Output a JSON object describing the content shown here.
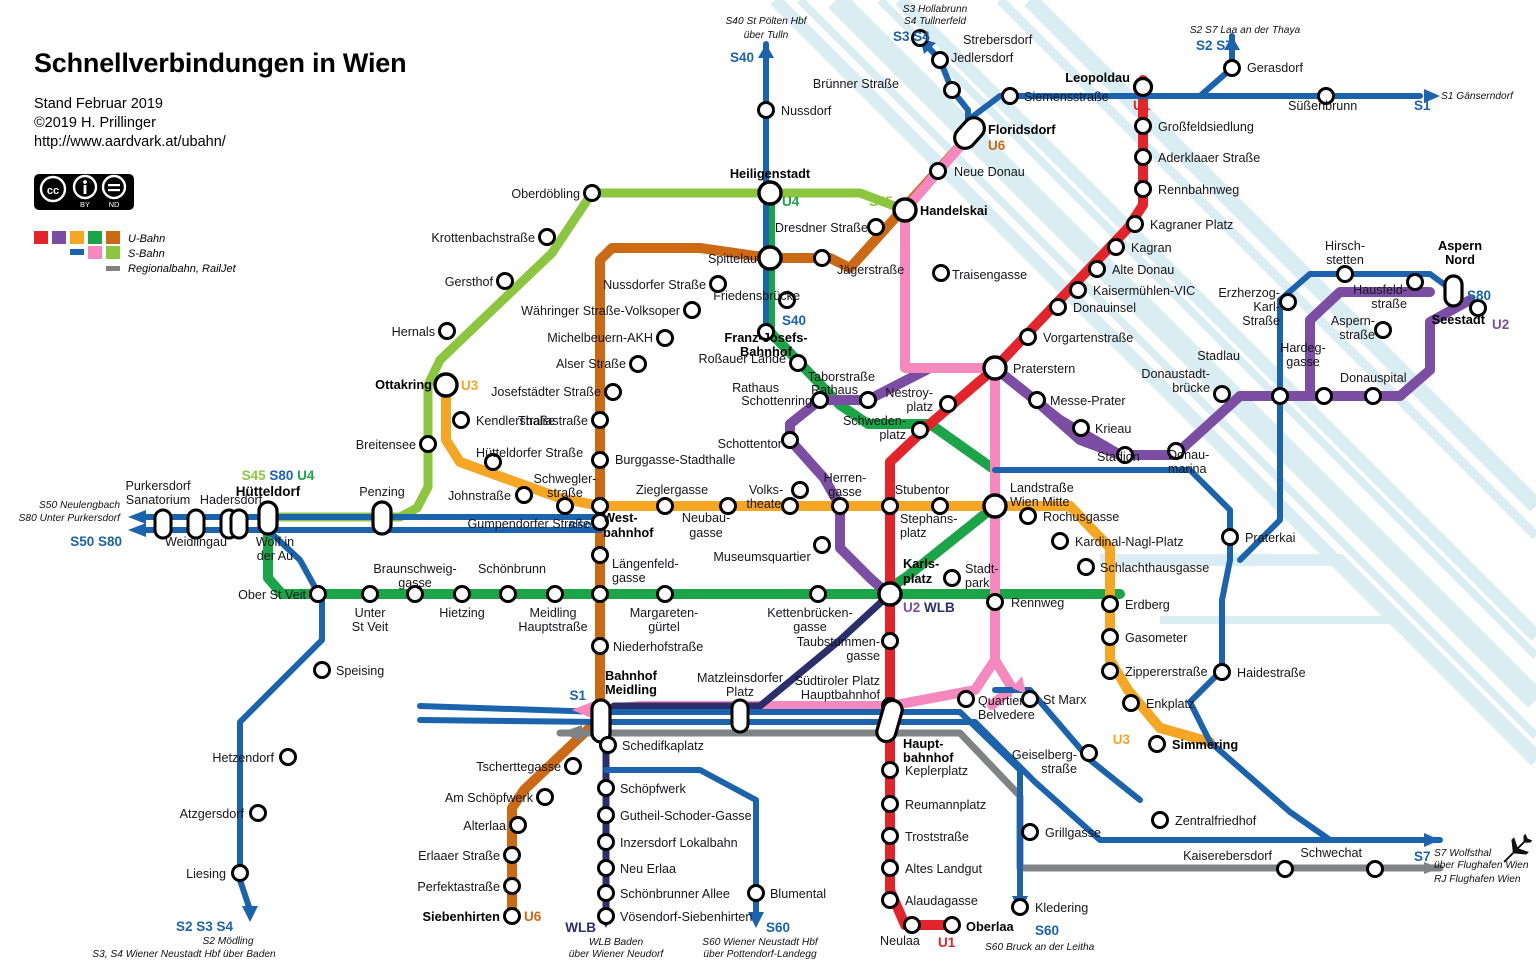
{
  "header": {
    "title": "Schnellverbindungen in Wien",
    "line1": "Stand Februar 2019",
    "line2": "©2019 H. Prillinger",
    "line3": "http://www.aardvark.at/ubahn/",
    "license": {
      "cc": "cc",
      "by": "BY",
      "nd": "ND"
    }
  },
  "legend": {
    "ubahn": "U-Bahn",
    "sbahn": "S-Bahn",
    "regional": "Regionalbahn, RailJet",
    "ubahn_colors": [
      "#e3242b",
      "#7b4ea3",
      "#f5a623",
      "#1ba548",
      "#cc6914"
    ],
    "sbahn_colors": [
      "#1b63ad",
      "#f588bd",
      "#8cc63e"
    ],
    "regional_color": "#808285"
  },
  "colors": {
    "u1": "#e3242b",
    "u2": "#7b4ea3",
    "u3": "#f5a623",
    "u4": "#1ba548",
    "u6": "#cc6914",
    "s_blue": "#1b63ad",
    "s45_green": "#8cc63e",
    "s_pink": "#f588bd",
    "wlb": "#2b2f6b",
    "regional_grey": "#808285",
    "danube": "#d9edf2"
  },
  "lines": {
    "u1": "U1",
    "u2": "U2",
    "u3": "U3",
    "u4": "U4",
    "u6": "U6",
    "s1": "S1",
    "s2": "S2",
    "s3": "S3",
    "s4": "S4",
    "s7": "S7",
    "s40": "S40",
    "s45": "S45",
    "s50": "S50",
    "s60": "S60",
    "s80": "S80",
    "wlb": "WLB",
    "s2s7": "S2 S7",
    "s3s4": "S3 S4",
    "s2s3s4": "S2 S3 S4",
    "s50s80": "S50 S80",
    "s45s80u4": "S45 S80 U4",
    "u2wlb": "U2 WLB"
  },
  "external_destinations": [
    {
      "id": "s40_ext",
      "text": "S40 St Pölten Hbf\nüber Tulln"
    },
    {
      "id": "s3s4_ext",
      "text": "S3 Hollabrunn\nS4 Tullnerfeld"
    },
    {
      "id": "s2s7_ext",
      "text": "S2 S7 Laa an der Thaya"
    },
    {
      "id": "s1_ext",
      "text": "S1 Gänserndorf"
    },
    {
      "id": "s50_ext",
      "text": "S50 Neulengbach"
    },
    {
      "id": "s80_ext",
      "text": "S80 Unter Purkersdorf"
    },
    {
      "id": "s2_ext",
      "text": "S2 Mödling"
    },
    {
      "id": "s3s4_sud_ext",
      "text": "S3, S4 Wiener Neustadt Hbf über Baden"
    },
    {
      "id": "wlb_ext",
      "text": "WLB Baden\nüber Wiener Neudorf"
    },
    {
      "id": "s60_ext",
      "text": "S60 Wiener Neustadt Hbf\nüber Pottendorf-Landegg"
    },
    {
      "id": "s60_ost_ext",
      "text": "S60 Bruck an der Leitha"
    },
    {
      "id": "s7_ext",
      "text": "S7 Wolfsthal\nüber Flughafen Wien"
    },
    {
      "id": "rj_ext",
      "text": "RJ Flughafen Wien"
    }
  ],
  "stations": {
    "u1": [
      "Leopoldau",
      "Großfeldsiedlung",
      "Aderklaaer Straße",
      "Rennbahnweg",
      "Kagraner Platz",
      "Kagran",
      "Alte Donau",
      "Kaisermühlen-VIC",
      "Donauinsel",
      "Vorgartenstraße",
      "Praterstern",
      "Nestroyplatz",
      "Schwedenplatz",
      "Stephansplatz",
      "Karlsplatz",
      "Taubstummengasse",
      "Südtiroler Platz Hauptbahnhof",
      "Keplerplatz",
      "Reumannplatz",
      "Troststraße",
      "Altes Landgut",
      "Alaudagasse",
      "Neulaa",
      "Oberlaa"
    ],
    "u2": [
      "Karlsplatz",
      "Museumsquartier",
      "Volkstheater",
      "Rathaus",
      "Schottentor",
      "Schottenring",
      "Taborstraße",
      "Praterstern",
      "Messe-Prater",
      "Krieau",
      "Stadion",
      "Donaumarina",
      "Donaustadtbrücke",
      "Stadlau",
      "Hardeggasse",
      "Donauspital",
      "Aspernstraße",
      "Hausfeldstraße",
      "Aspern Nord",
      "Seestadt"
    ],
    "u3": [
      "Ottakring",
      "Kendlerstraße",
      "Hütteldorfer Straße",
      "Johnstraße",
      "Schweglerstraße",
      "Westbahnhof",
      "Zieglergasse",
      "Neubaugasse",
      "Volkstheater",
      "Herrengasse",
      "Stephansplatz",
      "Stubentor",
      "Landstraße Wien Mitte",
      "Rochusgasse",
      "Kardinal-Nagl-Platz",
      "Schlachthausgasse",
      "Erdberg",
      "Gasometer",
      "Zippererstraße",
      "Enkplatz",
      "Simmering"
    ],
    "u4": [
      "Hütteldorf",
      "Ober St Veit",
      "Unter St Veit",
      "Braunschweiggasse",
      "Hietzing",
      "Schönbrunn",
      "Meidling Hauptstraße",
      "Längenfeldgasse",
      "Margaretengürtel",
      "Kettenbrückengasse",
      "Karlsplatz",
      "Stadtpark",
      "Landstraße Wien Mitte",
      "Schwedenplatz",
      "Schottenring",
      "Roßauer Lände",
      "Friedensbrücke",
      "Spittelau",
      "Heiligenstadt"
    ],
    "u6": [
      "Siebenhirten",
      "Perfektastraße",
      "Erlaaer Straße",
      "Alterlaa",
      "Am Schöpfwerk",
      "Tscherttegasse",
      "Bahnhof Meidling",
      "Niederhofstraße",
      "Längenfeldgasse",
      "Gumpendorfer Straße",
      "Westbahnhof",
      "Burggasse-Stadthalle",
      "Thaliastraße",
      "Josefstädter Straße",
      "Alser Straße",
      "Michelbeuern-AKH",
      "Währinger Straße-Volksoper",
      "Nussdorfer Straße",
      "Spittelau",
      "Jägerstraße",
      "Dresdner Straße",
      "Handelskai",
      "Neue Donau",
      "Floridsdorf"
    ],
    "s45": [
      "Hütteldorf",
      "Penzing",
      "Ottakring",
      "Hernals",
      "Gersthof",
      "Krottenbachstraße",
      "Oberdöbling",
      "Heiligenstadt",
      "Handelskai"
    ],
    "s40": [
      "Franz-Josefs-Bahnhof",
      "Spittelau",
      "Heiligenstadt",
      "Nussdorf"
    ],
    "s_stamm": [
      "Floridsdorf",
      "Handelskai",
      "Traisengasse",
      "Praterstern",
      "Landstraße Wien Mitte",
      "Rennweg",
      "Quartier Belvedere",
      "Südtiroler Platz Hauptbahnhof",
      "Matzleinsdorfer Platz",
      "Bahnhof Meidling"
    ],
    "s50_west": [
      "Purkersdorf Sanatorium",
      "Weidlingau",
      "Hadersdorf",
      "Wolf in der Au",
      "Hütteldorf",
      "Penzing",
      "Westbahnhof"
    ],
    "s1_sued": [
      "Hütteldorf",
      "Speising",
      "Hetzendorf",
      "Atzgersdorf",
      "Liesing"
    ],
    "s7_ost": [
      "St Marx",
      "Geiselbergstraße",
      "Zentralfriedhof",
      "Kaiserebersdorf",
      "Schwechat"
    ],
    "s80_ost": [
      "Praterkai",
      "Haidestraße",
      "Simmering",
      "Stadlau",
      "Erzherzog-Karl-Straße",
      "Hirschstetten",
      "Aspern Nord"
    ],
    "s60_sued": [
      "Schedifkaplatz",
      "Blumental",
      "Grillgasse",
      "Kledering"
    ],
    "wlb": [
      "Bahnhof Meidling",
      "Schedifkaplatz",
      "Schöpfwerk",
      "Gutheil-Schoder-Gasse",
      "Inzersdorf Lokalbahn",
      "Neu Erlaa",
      "Schönbrunner Allee",
      "Vösendorf-Siebenhirten"
    ],
    "s_nord": [
      "Floridsdorf",
      "Brünner Straße",
      "Jedlersdorf",
      "Strebersdorf",
      "Siemensstraße",
      "Leopoldau",
      "Gerasdorf",
      "Süßenbrunn"
    ]
  },
  "interchange_labels": {
    "heiligenstadt": "Heiligenstadt",
    "floridsdorf": "Floridsdorf",
    "handelskai": "Handelskai",
    "leopoldau": "Leopoldau",
    "ottakring": "Ottakring",
    "huetteldorf": "Hütteldorf",
    "westbahnhof": "Westbahnhof",
    "karlsplatz": "Karlsplatz",
    "meidling": "Bahnhof Meidling",
    "hauptbahnhof": "Hauptbahnhof",
    "simmering": "Simmering",
    "aspern_nord": "Aspern Nord",
    "seestadt": "Seestadt",
    "siebenhirten": "Siebenhirten",
    "oberlaa": "Oberlaa",
    "fjb": "Franz-Josefs-Bahnhof"
  }
}
